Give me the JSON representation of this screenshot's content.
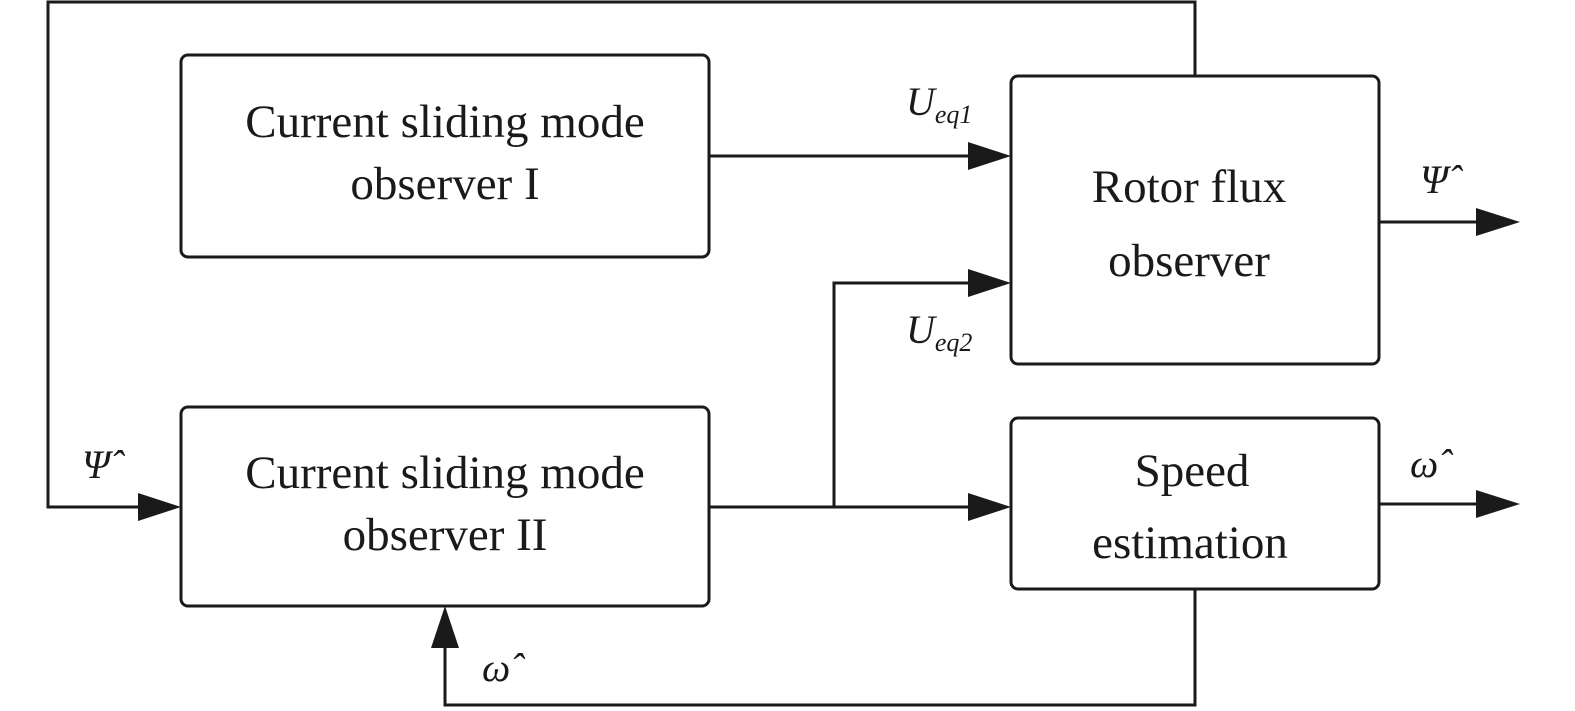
{
  "blocks": {
    "observer_1": {
      "line1": "Current sliding mode",
      "line2": "observer I"
    },
    "observer_2": {
      "line1": "Current sliding mode",
      "line2": "observer II"
    },
    "rotor_flux": {
      "line1": "Rotor flux",
      "line2": "observer"
    },
    "speed_est": {
      "line1": "Speed",
      "line2": "estimation"
    }
  },
  "signals": {
    "ueq1": {
      "main": "U",
      "sub": "eq1"
    },
    "ueq2": {
      "main": "U",
      "sub": "eq2"
    },
    "psi_out": "Ψ̂",
    "psi_fb": "Ψ̂",
    "omega_out": "ω̂",
    "omega_fb": "ω̂"
  }
}
